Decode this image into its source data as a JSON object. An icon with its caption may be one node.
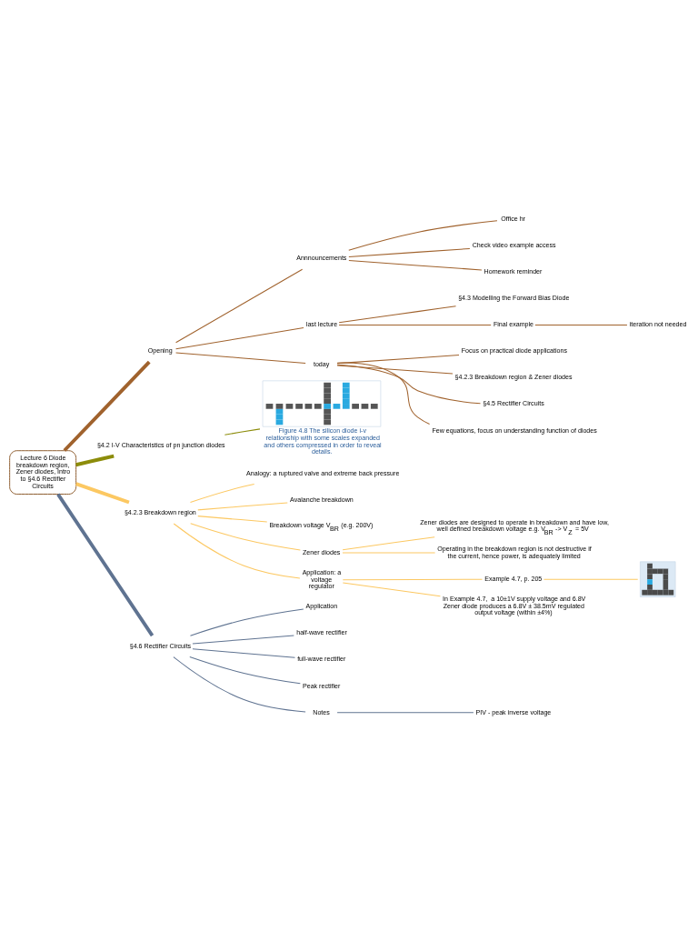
{
  "diagram": {
    "nodes": [
      {
        "text": [
          "Lecture 6 Diode breakdown region, Zener diodes, Intro to §4.6 Rectifier Circuits"
        ]
      },
      {
        "text": [
          "Opening"
        ]
      },
      {
        "text": [
          "Annnouncements"
        ]
      },
      {
        "text": [
          "Office hr"
        ]
      },
      {
        "text": [
          "Check video example access"
        ]
      },
      {
        "text": [
          "Homework reminder"
        ]
      },
      {
        "text": [
          "last lecture"
        ]
      },
      {
        "text": [
          "§4.3 Modelling the Forward Bias Diode"
        ]
      },
      {
        "text": [
          "Final example"
        ]
      },
      {
        "text": [
          "iteration not needed"
        ]
      },
      {
        "text": [
          "today"
        ]
      },
      {
        "text": [
          "Focus on practical diode applications"
        ]
      },
      {
        "text": [
          "§4.2.3 Breakdown region & Zener diodes"
        ]
      },
      {
        "text": [
          "§4.5 Rectifier Circuits"
        ]
      },
      {
        "text": [
          "Few equations, focus on understanding function of diodes"
        ]
      },
      {
        "text": [
          "§4.2 I-V Characteristics of pn junction diodes"
        ]
      },
      {
        "text": [],
        "shape": "picture",
        "beside": [
          "Figure 4.8 The silicon diode i-v relationship with some scales expanded and others compressed in order to reveal details."
        ]
      },
      {
        "text": [
          "§4.2.3 Breakdown region"
        ]
      },
      {
        "text": [
          "Analogy: a ruptured valve and extreme back pressure"
        ]
      },
      {
        "text": [
          "Avalanche breakdown"
        ]
      },
      {
        "text": [
          "Breakdown voltage V$_{BR}$ (e.g. 200V)"
        ]
      },
      {
        "text": [
          "Zener diodes"
        ]
      },
      {
        "text": [
          "Zener diodes are designed to operate in breakdown and have low, well defined breakdown voltage e.g. V$_{BR}$ -> V$_{Z}$ = 5V"
        ]
      },
      {
        "text": [
          "Operating in the breakdown region is not destructive if the current, hence power, is adequately limited"
        ]
      },
      {
        "text": [
          "Application: a voltage regulator"
        ]
      },
      {
        "text": [
          "Example 4.7, p. 205"
        ]
      },
      {
        "text": [],
        "shape": "picture"
      },
      {
        "text": [
          "In Example 4.7,  a 10±1V supply voltage and 6.8V Zener diode produces a 6.8V ± 38.5mV regulated output voltage (within ±4%)"
        ]
      },
      {
        "text": [
          "§4.6 Rectifier Circuits"
        ]
      },
      {
        "text": [
          "Application"
        ]
      },
      {
        "text": [
          "half-wave rectifier"
        ]
      },
      {
        "text": [
          "full-wave rectifier"
        ]
      },
      {
        "text": [
          "Peak rectifier"
        ]
      },
      {
        "text": [
          "Notes"
        ]
      },
      {
        "text": [
          "PIV - peak inverse voltage"
        ]
      }
    ],
    "edges": [
      {
        "from": 0,
        "to": 1,
        "arrow": "none",
        "style": "thick"
      },
      {
        "from": 1,
        "to": 2,
        "arrow": "none"
      },
      {
        "from": 2,
        "to": 3,
        "arrow": "none"
      },
      {
        "from": 2,
        "to": 4,
        "arrow": "none"
      },
      {
        "from": 2,
        "to": 5,
        "arrow": "none"
      },
      {
        "from": 1,
        "to": 6,
        "arrow": "none"
      },
      {
        "from": 6,
        "to": 7,
        "arrow": "none"
      },
      {
        "from": 6,
        "to": 8,
        "arrow": "none"
      },
      {
        "from": 8,
        "to": 9,
        "arrow": "none"
      },
      {
        "from": 1,
        "to": 10,
        "arrow": "none"
      },
      {
        "from": 10,
        "to": 11,
        "arrow": "none"
      },
      {
        "from": 10,
        "to": 12,
        "arrow": "none"
      },
      {
        "from": 10,
        "to": 13,
        "arrow": "none"
      },
      {
        "from": 10,
        "to": 14,
        "arrow": "none"
      },
      {
        "from": 0,
        "to": 15,
        "arrow": "none",
        "style": "thick",
        "color": "#8c8c0a"
      },
      {
        "from": 15,
        "to": 16,
        "arrow": "none",
        "color": "#8c8c0a"
      },
      {
        "from": 0,
        "to": 17,
        "arrow": "none",
        "style": "thick",
        "color": "#fcc862"
      },
      {
        "from": 17,
        "to": 18,
        "arrow": "none",
        "color": "#fcc862"
      },
      {
        "from": 17,
        "to": 19,
        "arrow": "none",
        "color": "#fcc862"
      },
      {
        "from": 17,
        "to": 20,
        "arrow": "none",
        "color": "#fcc862"
      },
      {
        "from": 17,
        "to": 21,
        "arrow": "none",
        "color": "#fcc862"
      },
      {
        "from": 21,
        "to": 22,
        "arrow": "none",
        "color": "#fcc862"
      },
      {
        "from": 21,
        "to": 23,
        "arrow": "none",
        "color": "#fcc862"
      },
      {
        "from": 17,
        "to": 24,
        "arrow": "none",
        "color": "#fcc862"
      },
      {
        "from": 24,
        "to": 25,
        "arrow": "none",
        "color": "#fcc862"
      },
      {
        "from": 25,
        "to": 26,
        "arrow": "none",
        "color": "#fcc862"
      },
      {
        "from": 24,
        "to": 27,
        "arrow": "none",
        "color": "#fcc862"
      },
      {
        "from": 0,
        "to": 28,
        "arrow": "none",
        "style": "thick",
        "color": "#5f7391"
      },
      {
        "from": 28,
        "to": 29,
        "arrow": "none",
        "color": "#5f7391"
      },
      {
        "from": 28,
        "to": 30,
        "arrow": "none",
        "color": "#5f7391"
      },
      {
        "from": 28,
        "to": 31,
        "arrow": "none",
        "color": "#5f7391"
      },
      {
        "from": 28,
        "to": 32,
        "arrow": "none",
        "color": "#5f7391"
      },
      {
        "from": 28,
        "to": 33,
        "arrow": "none",
        "color": "#5f7391"
      },
      {
        "from": 33,
        "to": 34,
        "arrow": "none",
        "color": "#5f7391"
      }
    ]
  }
}
